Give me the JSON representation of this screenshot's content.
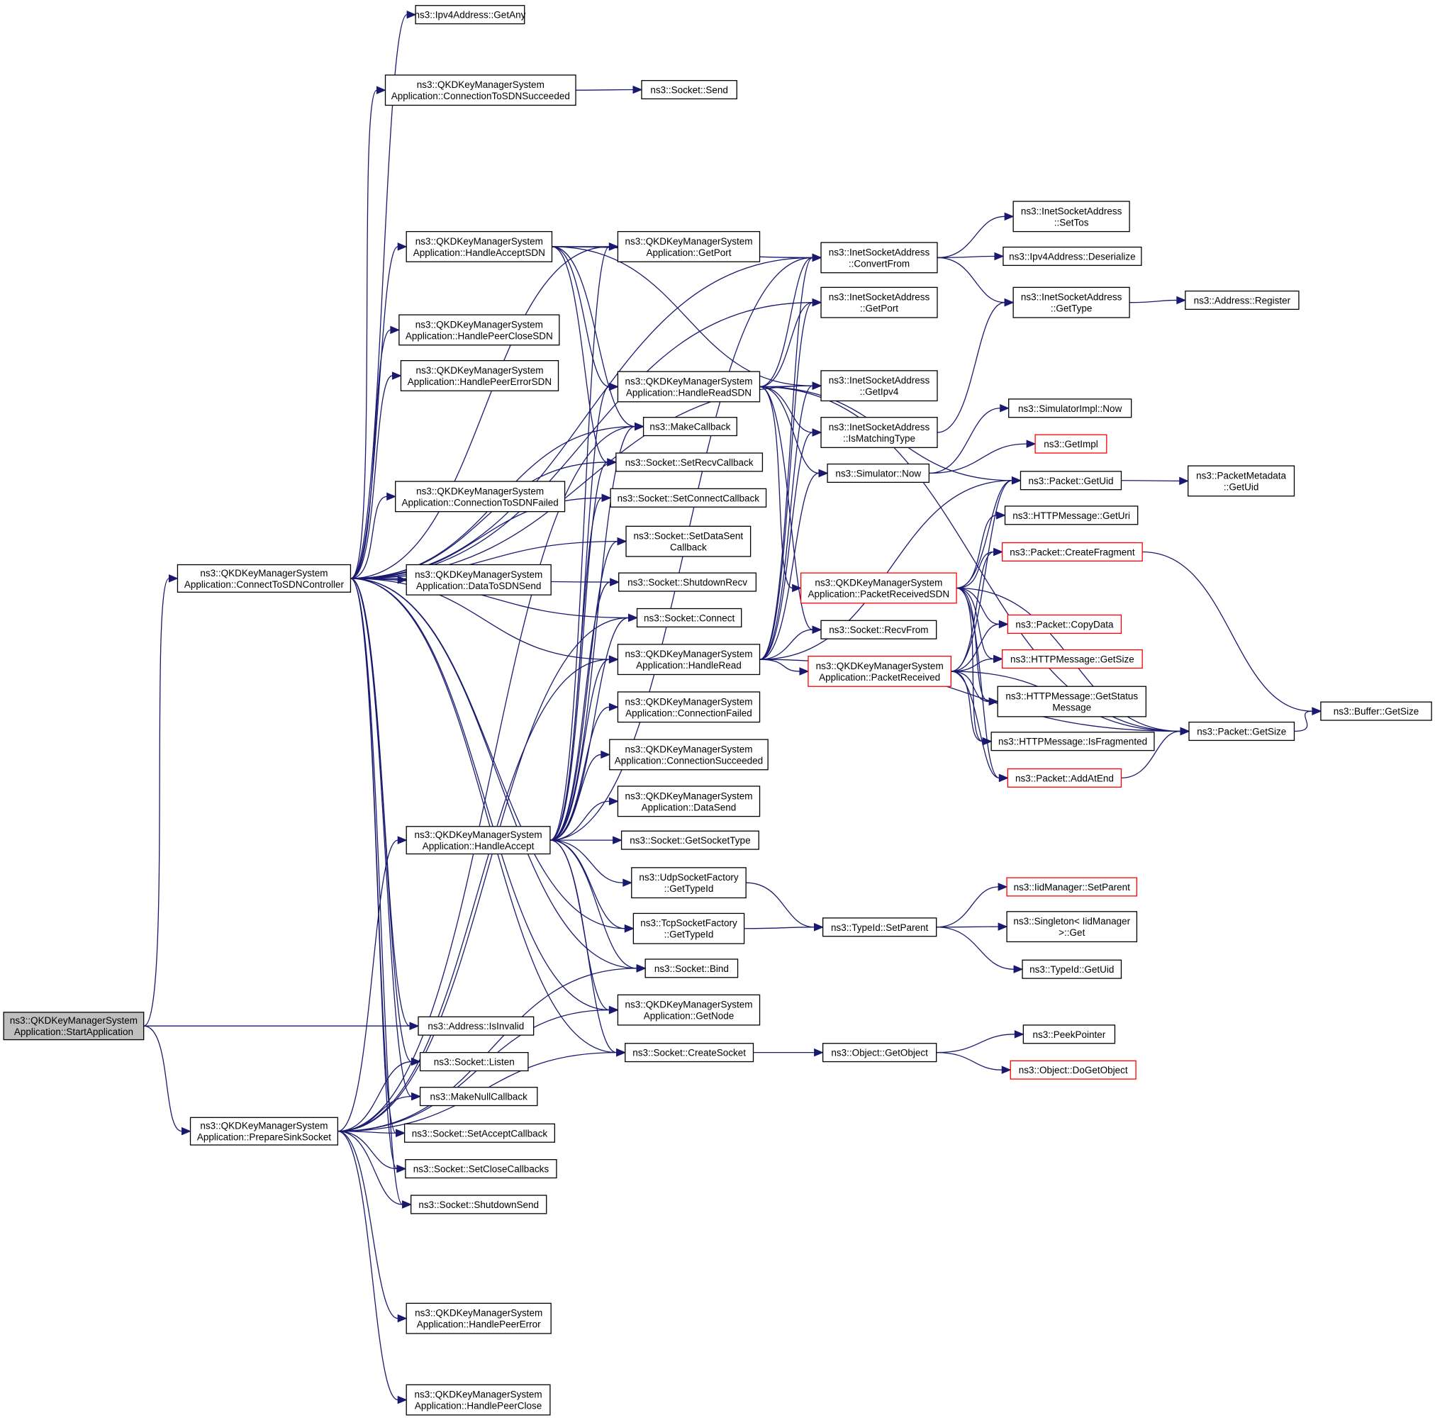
{
  "title": "Call graph of ns3::QKDKeyManagerSystemApplication::StartApplication",
  "colors": {
    "edge": "#191970",
    "root_fill": "#bfbfbf",
    "node_border": "#000000",
    "truncated_border": "#ff0000"
  },
  "nodes": [
    {
      "id": "start",
      "lines": [
        "ns3::QKDKeyManagerSystem",
        "Application::StartApplication"
      ],
      "root": true
    },
    {
      "id": "connectSDN",
      "lines": [
        "ns3::QKDKeyManagerSystem",
        "Application::ConnectToSDNController"
      ]
    },
    {
      "id": "prepareSink",
      "lines": [
        "ns3::QKDKeyManagerSystem",
        "Application::PrepareSinkSocket"
      ]
    },
    {
      "id": "ipv4GetAny",
      "lines": [
        "ns3::Ipv4Address::GetAny"
      ]
    },
    {
      "id": "connSDNSucc",
      "lines": [
        "ns3::QKDKeyManagerSystem",
        "Application::ConnectionToSDNSucceeded"
      ]
    },
    {
      "id": "handleAcceptSDN",
      "lines": [
        "ns3::QKDKeyManagerSystem",
        "Application::HandleAcceptSDN"
      ]
    },
    {
      "id": "handlePeerCloseSDN",
      "lines": [
        "ns3::QKDKeyManagerSystem",
        "Application::HandlePeerCloseSDN"
      ]
    },
    {
      "id": "handlePeerErrorSDN",
      "lines": [
        "ns3::QKDKeyManagerSystem",
        "Application::HandlePeerErrorSDN"
      ]
    },
    {
      "id": "connSDNFailed",
      "lines": [
        "ns3::QKDKeyManagerSystem",
        "Application::ConnectionToSDNFailed"
      ]
    },
    {
      "id": "dataToSDNSend",
      "lines": [
        "ns3::QKDKeyManagerSystem",
        "Application::DataToSDNSend"
      ]
    },
    {
      "id": "handleAccept",
      "lines": [
        "ns3::QKDKeyManagerSystem",
        "Application::HandleAccept"
      ]
    },
    {
      "id": "addrIsInvalid",
      "lines": [
        "ns3::Address::IsInvalid"
      ]
    },
    {
      "id": "sockListen",
      "lines": [
        "ns3::Socket::Listen"
      ]
    },
    {
      "id": "makeNullCb",
      "lines": [
        "ns3::MakeNullCallback"
      ]
    },
    {
      "id": "setAcceptCb",
      "lines": [
        "ns3::Socket::SetAcceptCallback"
      ]
    },
    {
      "id": "setCloseCbs",
      "lines": [
        "ns3::Socket::SetCloseCallbacks"
      ]
    },
    {
      "id": "shutdownSend",
      "lines": [
        "ns3::Socket::ShutdownSend"
      ]
    },
    {
      "id": "handlePeerError",
      "lines": [
        "ns3::QKDKeyManagerSystem",
        "Application::HandlePeerError"
      ]
    },
    {
      "id": "handlePeerClose",
      "lines": [
        "ns3::QKDKeyManagerSystem",
        "Application::HandlePeerClose"
      ]
    },
    {
      "id": "sockSend",
      "lines": [
        "ns3::Socket::Send"
      ]
    },
    {
      "id": "getPort",
      "lines": [
        "ns3::QKDKeyManagerSystem",
        "Application::GetPort"
      ]
    },
    {
      "id": "handleReadSDN",
      "lines": [
        "ns3::QKDKeyManagerSystem",
        "Application::HandleReadSDN"
      ]
    },
    {
      "id": "makeCb",
      "lines": [
        "ns3::MakeCallback"
      ]
    },
    {
      "id": "setRecvCb",
      "lines": [
        "ns3::Socket::SetRecvCallback"
      ]
    },
    {
      "id": "setConnectCb",
      "lines": [
        "ns3::Socket::SetConnectCallback"
      ]
    },
    {
      "id": "setDataSentCb",
      "lines": [
        "ns3::Socket::SetDataSent",
        "Callback"
      ]
    },
    {
      "id": "shutdownRecv",
      "lines": [
        "ns3::Socket::ShutdownRecv"
      ]
    },
    {
      "id": "sockConnect",
      "lines": [
        "ns3::Socket::Connect"
      ]
    },
    {
      "id": "handleRead",
      "lines": [
        "ns3::QKDKeyManagerSystem",
        "Application::HandleRead"
      ]
    },
    {
      "id": "connFailed",
      "lines": [
        "ns3::QKDKeyManagerSystem",
        "Application::ConnectionFailed"
      ]
    },
    {
      "id": "connSucc",
      "lines": [
        "ns3::QKDKeyManagerSystem",
        "Application::ConnectionSucceeded"
      ]
    },
    {
      "id": "dataSend",
      "lines": [
        "ns3::QKDKeyManagerSystem",
        "Application::DataSend"
      ]
    },
    {
      "id": "getSocketType",
      "lines": [
        "ns3::Socket::GetSocketType"
      ]
    },
    {
      "id": "udpTypeId",
      "lines": [
        "ns3::UdpSocketFactory",
        "::GetTypeId"
      ]
    },
    {
      "id": "tcpTypeId",
      "lines": [
        "ns3::TcpSocketFactory",
        "::GetTypeId"
      ]
    },
    {
      "id": "sockBind",
      "lines": [
        "ns3::Socket::Bind"
      ]
    },
    {
      "id": "getNode",
      "lines": [
        "ns3::QKDKeyManagerSystem",
        "Application::GetNode"
      ]
    },
    {
      "id": "createSocket",
      "lines": [
        "ns3::Socket::CreateSocket"
      ]
    },
    {
      "id": "convertFrom",
      "lines": [
        "ns3::InetSocketAddress",
        "::ConvertFrom"
      ]
    },
    {
      "id": "inetGetPort",
      "lines": [
        "ns3::InetSocketAddress",
        "::GetPort"
      ]
    },
    {
      "id": "inetGetIpv4",
      "lines": [
        "ns3::InetSocketAddress",
        "::GetIpv4"
      ]
    },
    {
      "id": "isMatchingType",
      "lines": [
        "ns3::InetSocketAddress",
        "::IsMatchingType"
      ]
    },
    {
      "id": "simNow",
      "lines": [
        "ns3::Simulator::Now"
      ]
    },
    {
      "id": "pktRecvSDN",
      "lines": [
        "ns3::QKDKeyManagerSystem",
        "Application::PacketReceivedSDN"
      ],
      "truncated": true
    },
    {
      "id": "recvFrom",
      "lines": [
        "ns3::Socket::RecvFrom"
      ]
    },
    {
      "id": "pktRecv",
      "lines": [
        "ns3::QKDKeyManagerSystem",
        "Application::PacketReceived"
      ],
      "truncated": true
    },
    {
      "id": "typeIdSetParent",
      "lines": [
        "ns3::TypeId::SetParent"
      ]
    },
    {
      "id": "objGetObject",
      "lines": [
        "ns3::Object::GetObject"
      ]
    },
    {
      "id": "setTos",
      "lines": [
        "ns3::InetSocketAddress",
        "::SetTos"
      ]
    },
    {
      "id": "ipv4Deser",
      "lines": [
        "ns3::Ipv4Address::Deserialize"
      ]
    },
    {
      "id": "inetGetType",
      "lines": [
        "ns3::InetSocketAddress",
        "::GetType"
      ]
    },
    {
      "id": "simImplNow",
      "lines": [
        "ns3::SimulatorImpl::Now"
      ]
    },
    {
      "id": "getImpl",
      "lines": [
        "ns3::GetImpl"
      ],
      "truncated": true
    },
    {
      "id": "pktGetUid",
      "lines": [
        "ns3::Packet::GetUid"
      ]
    },
    {
      "id": "httpGetUri",
      "lines": [
        "ns3::HTTPMessage::GetUri"
      ]
    },
    {
      "id": "pktCreateFrag",
      "lines": [
        "ns3::Packet::CreateFragment"
      ],
      "truncated": true
    },
    {
      "id": "pktCopyData",
      "lines": [
        "ns3::Packet::CopyData"
      ],
      "truncated": true
    },
    {
      "id": "httpGetSize",
      "lines": [
        "ns3::HTTPMessage::GetSize"
      ],
      "truncated": true
    },
    {
      "id": "httpGetStatus",
      "lines": [
        "ns3::HTTPMessage::GetStatus",
        "Message"
      ]
    },
    {
      "id": "httpIsFrag",
      "lines": [
        "ns3::HTTPMessage::IsFragmented"
      ]
    },
    {
      "id": "pktAddAtEnd",
      "lines": [
        "ns3::Packet::AddAtEnd"
      ],
      "truncated": true
    },
    {
      "id": "iidSetParent",
      "lines": [
        "ns3::IidManager::SetParent"
      ],
      "truncated": true
    },
    {
      "id": "singletonGet",
      "lines": [
        "ns3::Singleton< IidManager",
        ">::Get"
      ]
    },
    {
      "id": "typeIdGetUid",
      "lines": [
        "ns3::TypeId::GetUid"
      ]
    },
    {
      "id": "peekPointer",
      "lines": [
        "ns3::PeekPointer"
      ]
    },
    {
      "id": "doGetObject",
      "lines": [
        "ns3::Object::DoGetObject"
      ],
      "truncated": true
    },
    {
      "id": "addrRegister",
      "lines": [
        "ns3::Address::Register"
      ]
    },
    {
      "id": "pktMetaGetUid",
      "lines": [
        "ns3::PacketMetadata",
        "::GetUid"
      ]
    },
    {
      "id": "pktGetSize",
      "lines": [
        "ns3::Packet::GetSize"
      ]
    },
    {
      "id": "bufGetSize",
      "lines": [
        "ns3::Buffer::GetSize"
      ]
    }
  ],
  "edges": [
    [
      "start",
      "connectSDN"
    ],
    [
      "start",
      "addrIsInvalid"
    ],
    [
      "start",
      "prepareSink"
    ],
    [
      "connectSDN",
      "ipv4GetAny"
    ],
    [
      "connectSDN",
      "connSDNSucc"
    ],
    [
      "connectSDN",
      "convertFrom"
    ],
    [
      "connectSDN",
      "handleAcceptSDN"
    ],
    [
      "connectSDN",
      "getPort"
    ],
    [
      "connectSDN",
      "inetGetPort"
    ],
    [
      "connectSDN",
      "inetGetIpv4"
    ],
    [
      "connectSDN",
      "handlePeerCloseSDN"
    ],
    [
      "connectSDN",
      "handlePeerErrorSDN"
    ],
    [
      "connectSDN",
      "makeCb"
    ],
    [
      "connectSDN",
      "setRecvCb"
    ],
    [
      "connectSDN",
      "connSDNFailed"
    ],
    [
      "connectSDN",
      "setDataSentCb"
    ],
    [
      "connectSDN",
      "dataToSDNSend"
    ],
    [
      "connectSDN",
      "shutdownRecv"
    ],
    [
      "connectSDN",
      "sockConnect"
    ],
    [
      "connectSDN",
      "handleRead"
    ],
    [
      "connectSDN",
      "tcpTypeId"
    ],
    [
      "connectSDN",
      "sockBind"
    ],
    [
      "connectSDN",
      "getNode"
    ],
    [
      "connectSDN",
      "createSocket"
    ],
    [
      "connectSDN",
      "addrIsInvalid"
    ],
    [
      "connectSDN",
      "sockListen"
    ],
    [
      "connectSDN",
      "makeNullCb"
    ],
    [
      "connectSDN",
      "setAcceptCb"
    ],
    [
      "connectSDN",
      "setCloseCbs"
    ],
    [
      "connectSDN",
      "shutdownSend"
    ],
    [
      "connectSDN",
      "setConnectCb"
    ],
    [
      "prepareSink",
      "handleAccept"
    ],
    [
      "prepareSink",
      "makeCb"
    ],
    [
      "prepareSink",
      "sockListen"
    ],
    [
      "prepareSink",
      "makeNullCb"
    ],
    [
      "prepareSink",
      "setAcceptCb"
    ],
    [
      "prepareSink",
      "setCloseCbs"
    ],
    [
      "prepareSink",
      "shutdownSend"
    ],
    [
      "prepareSink",
      "handlePeerError"
    ],
    [
      "prepareSink",
      "handlePeerClose"
    ],
    [
      "prepareSink",
      "sockBind"
    ],
    [
      "prepareSink",
      "getNode"
    ],
    [
      "prepareSink",
      "createSocket"
    ],
    [
      "prepareSink",
      "handleRead"
    ],
    [
      "prepareSink",
      "sockConnect"
    ],
    [
      "connSDNSucc",
      "sockSend"
    ],
    [
      "handleAcceptSDN",
      "getPort"
    ],
    [
      "handleAcceptSDN",
      "convertFrom"
    ],
    [
      "handleAcceptSDN",
      "handleReadSDN"
    ],
    [
      "handleAcceptSDN",
      "makeCb"
    ],
    [
      "handleAcceptSDN",
      "setRecvCb"
    ],
    [
      "handleAcceptSDN",
      "inetGetIpv4"
    ],
    [
      "handleAccept",
      "getPort"
    ],
    [
      "handleAccept",
      "makeCb"
    ],
    [
      "handleAccept",
      "setRecvCb"
    ],
    [
      "handleAccept",
      "setConnectCb"
    ],
    [
      "handleAccept",
      "setDataSentCb"
    ],
    [
      "handleAccept",
      "shutdownRecv"
    ],
    [
      "handleAccept",
      "sockConnect"
    ],
    [
      "handleAccept",
      "handleRead"
    ],
    [
      "handleAccept",
      "connFailed"
    ],
    [
      "handleAccept",
      "connSucc"
    ],
    [
      "handleAccept",
      "dataSend"
    ],
    [
      "handleAccept",
      "getSocketType"
    ],
    [
      "handleAccept",
      "udpTypeId"
    ],
    [
      "handleAccept",
      "tcpTypeId"
    ],
    [
      "handleAccept",
      "sockBind"
    ],
    [
      "handleAccept",
      "getNode"
    ],
    [
      "handleAccept",
      "createSocket"
    ],
    [
      "handleAccept",
      "convertFrom"
    ],
    [
      "handleAccept",
      "handleReadSDN"
    ],
    [
      "handleReadSDN",
      "convertFrom"
    ],
    [
      "handleReadSDN",
      "inetGetPort"
    ],
    [
      "handleReadSDN",
      "inetGetIpv4"
    ],
    [
      "handleReadSDN",
      "isMatchingType"
    ],
    [
      "handleReadSDN",
      "simNow"
    ],
    [
      "handleReadSDN",
      "pktRecvSDN"
    ],
    [
      "handleReadSDN",
      "recvFrom"
    ],
    [
      "handleReadSDN",
      "pktGetUid"
    ],
    [
      "handleReadSDN",
      "pktGetSize"
    ],
    [
      "handleRead",
      "convertFrom"
    ],
    [
      "handleRead",
      "inetGetPort"
    ],
    [
      "handleRead",
      "inetGetIpv4"
    ],
    [
      "handleRead",
      "isMatchingType"
    ],
    [
      "handleRead",
      "simNow"
    ],
    [
      "handleRead",
      "recvFrom"
    ],
    [
      "handleRead",
      "pktRecv"
    ],
    [
      "handleRead",
      "pktGetUid"
    ],
    [
      "handleRead",
      "pktGetSize"
    ],
    [
      "udpTypeId",
      "typeIdSetParent"
    ],
    [
      "tcpTypeId",
      "typeIdSetParent"
    ],
    [
      "createSocket",
      "objGetObject"
    ],
    [
      "convertFrom",
      "setTos"
    ],
    [
      "convertFrom",
      "ipv4Deser"
    ],
    [
      "convertFrom",
      "inetGetType"
    ],
    [
      "isMatchingType",
      "inetGetType"
    ],
    [
      "simNow",
      "simImplNow"
    ],
    [
      "simNow",
      "getImpl"
    ],
    [
      "pktRecvSDN",
      "pktGetUid"
    ],
    [
      "pktRecvSDN",
      "httpGetUri"
    ],
    [
      "pktRecvSDN",
      "pktCreateFrag"
    ],
    [
      "pktRecvSDN",
      "pktCopyData"
    ],
    [
      "pktRecvSDN",
      "httpGetSize"
    ],
    [
      "pktRecvSDN",
      "httpGetStatus"
    ],
    [
      "pktRecvSDN",
      "httpIsFrag"
    ],
    [
      "pktRecvSDN",
      "pktAddAtEnd"
    ],
    [
      "pktRecvSDN",
      "pktGetSize"
    ],
    [
      "pktRecv",
      "pktGetUid"
    ],
    [
      "pktRecv",
      "pktCreateFrag"
    ],
    [
      "pktRecv",
      "pktCopyData"
    ],
    [
      "pktRecv",
      "httpGetSize"
    ],
    [
      "pktRecv",
      "httpGetStatus"
    ],
    [
      "pktRecv",
      "httpIsFrag"
    ],
    [
      "pktRecv",
      "pktAddAtEnd"
    ],
    [
      "pktRecv",
      "pktGetSize"
    ],
    [
      "typeIdSetParent",
      "iidSetParent"
    ],
    [
      "typeIdSetParent",
      "singletonGet"
    ],
    [
      "typeIdSetParent",
      "typeIdGetUid"
    ],
    [
      "objGetObject",
      "peekPointer"
    ],
    [
      "objGetObject",
      "doGetObject"
    ],
    [
      "inetGetType",
      "addrRegister"
    ],
    [
      "pktGetUid",
      "pktMetaGetUid"
    ],
    [
      "pktCreateFrag",
      "bufGetSize"
    ],
    [
      "pktAddAtEnd",
      "pktGetSize"
    ],
    [
      "pktGetSize",
      "bufGetSize"
    ]
  ]
}
